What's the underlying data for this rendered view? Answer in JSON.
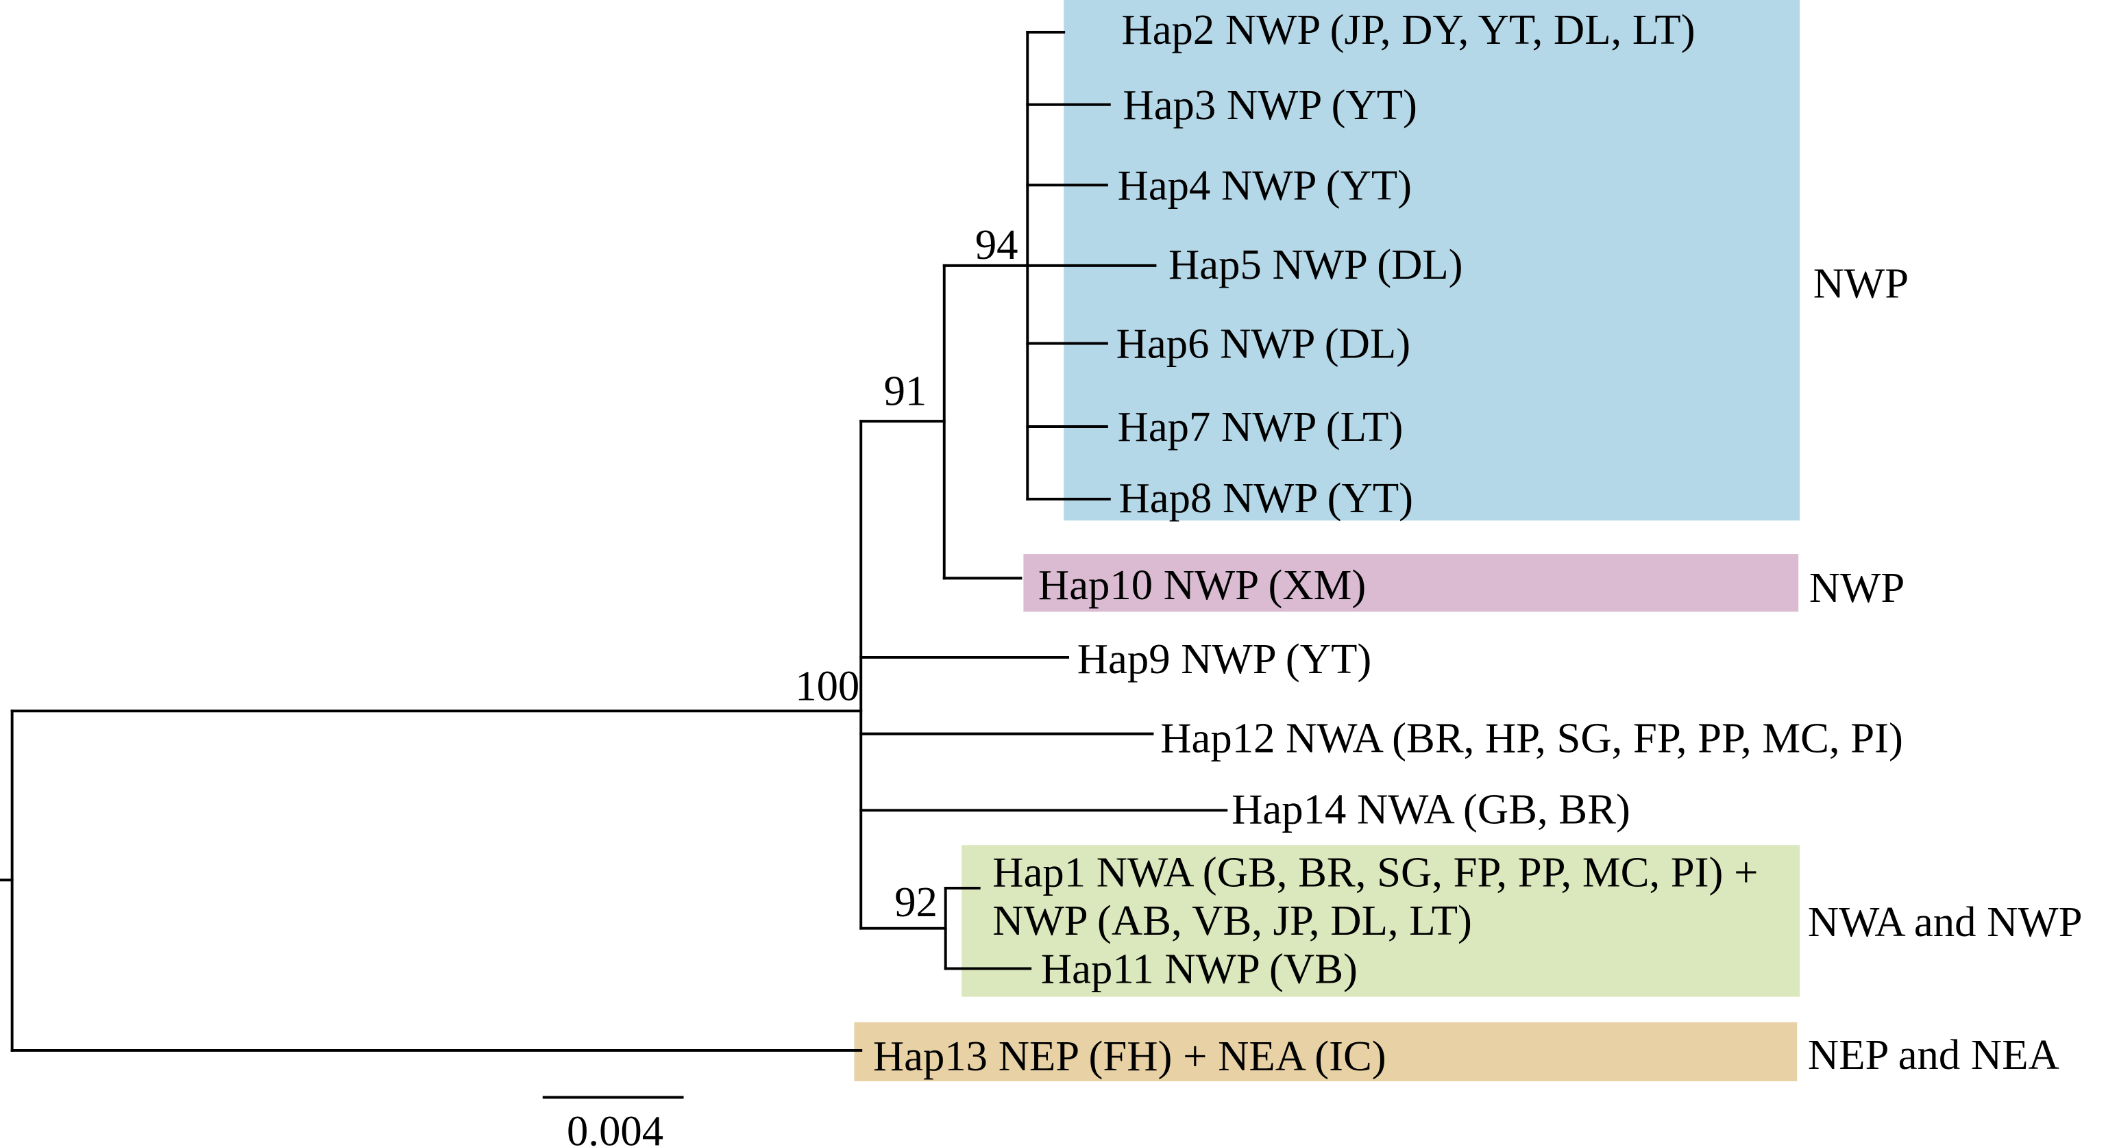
{
  "colors": {
    "nwp_clade_box": "#b5d8e8",
    "nwp_xm_box": "#dabbd2",
    "nwa_nwp_box": "#dbe7bc",
    "nep_nea_box": "#e8d2a5"
  },
  "bootstrap": {
    "root_clade": "100",
    "node_91": "91",
    "node_94": "94",
    "node_92": "92"
  },
  "leaves": {
    "hap2": "Hap2 NWP (JP, DY, YT, DL, LT)",
    "hap3": "Hap3 NWP (YT)",
    "hap4": "Hap4 NWP (YT)",
    "hap5": "Hap5 NWP (DL)",
    "hap6": "Hap6 NWP (DL)",
    "hap7": "Hap7 NWP (LT)",
    "hap8": "Hap8 NWP (YT)",
    "hap10": "Hap10 NWP (XM)",
    "hap9": "Hap9 NWP (YT)",
    "hap12": "Hap12 NWA (BR, HP, SG, FP, PP, MC, PI)",
    "hap14": "Hap14 NWA (GB, BR)",
    "hap1_line1": "Hap1 NWA (GB, BR, SG, FP, PP, MC, PI) +",
    "hap1_line2": "NWP (AB, VB, JP, DL, LT)",
    "hap11": "Hap11 NWP (VB)",
    "hap13": "Hap13 NEP (FH) + NEA (IC)"
  },
  "groups": {
    "nwp_main": "NWP",
    "nwp_xm": "NWP",
    "nwa_nwp": "NWA and NWP",
    "nep_nea": "NEP and NEA"
  },
  "scale_bar": {
    "label": "0.004"
  }
}
